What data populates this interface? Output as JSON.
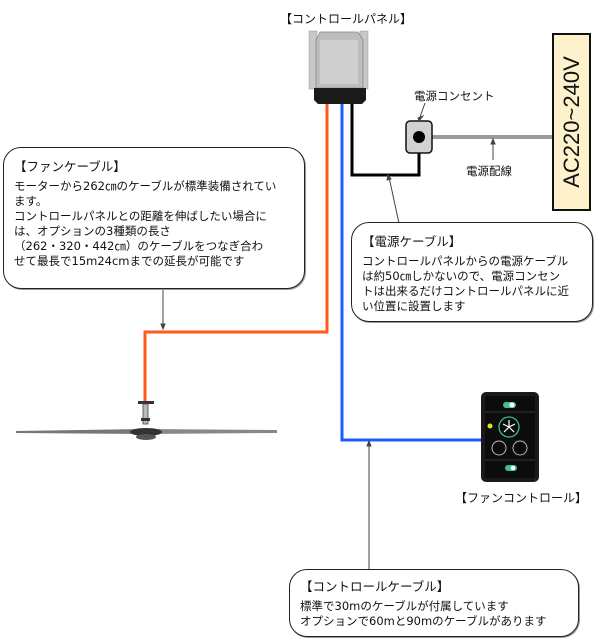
{
  "labels": {
    "control_panel": "【コントロールパネル】",
    "outlet": "電源コンセント",
    "power_wiring": "電源配線",
    "fan_control": "【ファンコントロール】",
    "voltage": "AC220~240V"
  },
  "callouts": {
    "fan_cable": {
      "title": "【ファンケーブル】",
      "lines": [
        "モーターから262㎝のケーブルが標準装備されてい",
        "ます。",
        "コントロールパネルとの距離を伸ばしたい場合に",
        "は、オプションの3種類の長さ",
        "（262・320・442㎝）のケーブルをつなぎ合わ",
        "せて最長で15m24cmまでの延長が可能です"
      ]
    },
    "power_cable": {
      "title": "【電源ケーブル】",
      "lines": [
        "コントロールパネルからの電源ケーブル",
        "は約50㎝しかないので、電源コンセン",
        "トは出来るだけコントロールパネルに近",
        "い位置に設置します"
      ]
    },
    "control_cable": {
      "title": "【コントロールケーブル】",
      "lines": [
        "標準で30mのケーブルが付属しています",
        "オプションで60mと90mのケーブルがあります"
      ]
    }
  },
  "colors": {
    "fan_cable": "#ff5a1a",
    "control_cable": "#1f5cff",
    "power_cable": "#000000",
    "power_wiring": "#999999",
    "voltage_box": "#fdf2cc"
  }
}
